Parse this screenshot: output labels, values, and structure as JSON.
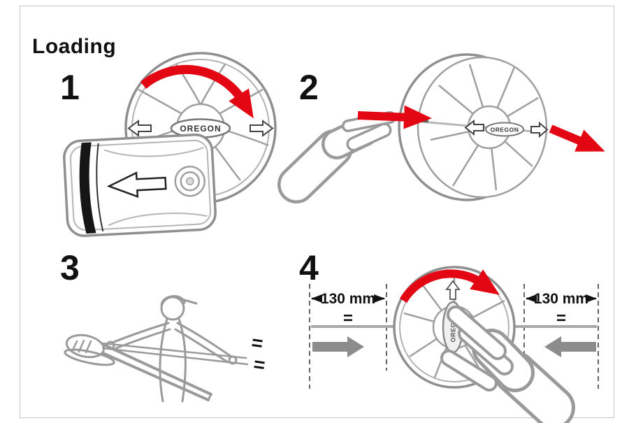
{
  "page": {
    "title": "Loading"
  },
  "brand": {
    "name": "OREGON"
  },
  "steps": [
    {
      "number": "1"
    },
    {
      "number": "2"
    },
    {
      "number": "3"
    },
    {
      "number": "4"
    }
  ],
  "step3": {
    "equals_top": "=",
    "equals_bottom": "="
  },
  "step4": {
    "left_dimension": "130 mm",
    "right_dimension": "130 mm",
    "equals_left": "=",
    "equals_right": "="
  },
  "colors": {
    "accent_red": "#e30613",
    "line_gray": "#9a9a9a",
    "text_black": "#111111"
  }
}
